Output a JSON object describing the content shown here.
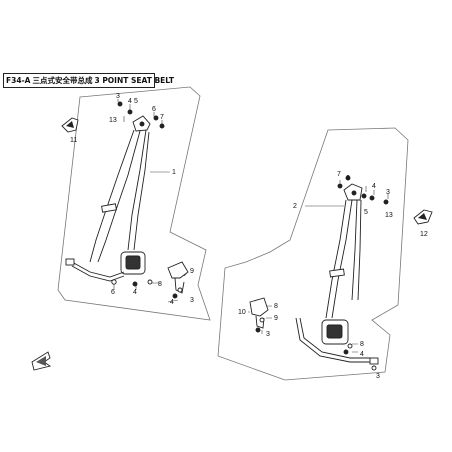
{
  "title": {
    "code": "F34-A",
    "name_cn": "三点式安全带总成",
    "name_en": "3 POINT SEAT BELT"
  },
  "callouts": {
    "c1": "1",
    "c2": "2",
    "c3": "3",
    "c4": "4",
    "c5": "5",
    "c6": "6",
    "c7": "7",
    "c8": "8",
    "c9": "9",
    "c10": "10",
    "c11": "11",
    "c12": "12",
    "c13": "13"
  },
  "colors": {
    "line": "#222222",
    "panel": "#ffffff",
    "ink": "#111111"
  },
  "icons": [
    "front-direction-arrow-icon"
  ]
}
